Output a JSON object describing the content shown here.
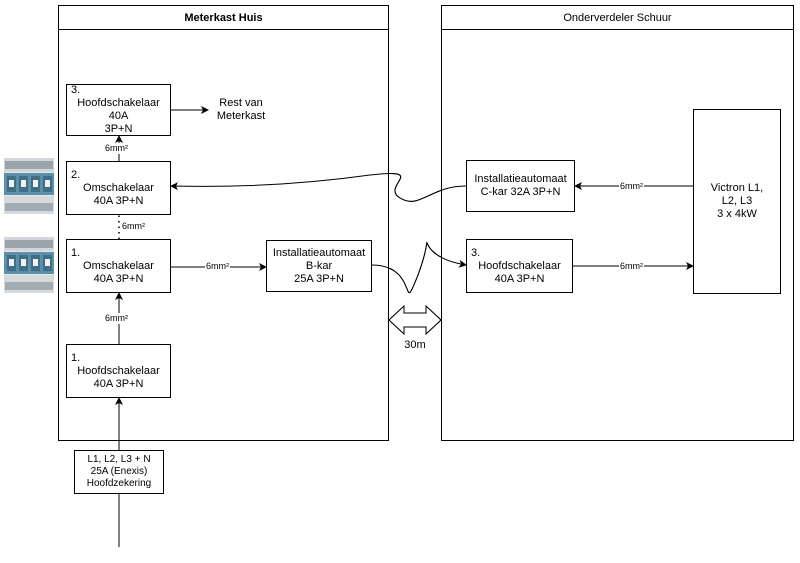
{
  "containers": {
    "meterkast": {
      "title": "Meterkast Huis"
    },
    "schuur": {
      "title": "Onderverdeler Schuur"
    }
  },
  "boxes": {
    "hs_top": {
      "line1": "3.",
      "line2": "Hoofdschakelaar 40A",
      "line3": "3P+N"
    },
    "oms2": {
      "line1": "2.",
      "line2": "Omschakelaar",
      "line3": "40A 3P+N"
    },
    "oms1": {
      "line1": "1.",
      "line2": "Omschakelaar",
      "line3": "40A 3P+N"
    },
    "hs1": {
      "line1": "1.",
      "line2": "Hoofdschakelaar",
      "line3": "40A 3P+N"
    },
    "ia_b": {
      "line1": "Installatieautomaat",
      "line2": "B-kar",
      "line3": "25A 3P+N"
    },
    "ia_c": {
      "line1": "Installatieautomaat",
      "line2": "C-kar 32A 3P+N"
    },
    "hs3": {
      "line1": "3.",
      "line2": "Hoofdschakelaar",
      "line3": "40A 3P+N"
    },
    "victron": {
      "line1": "Victron L1,",
      "line2": "L2, L3",
      "line3": "3 x 4kW"
    },
    "supply": {
      "line1": "L1, L2, L3 + N",
      "line2": "25A (Enexis)",
      "line3": "Hoofdzekering"
    }
  },
  "texts": {
    "rest": {
      "line1": "Rest van",
      "line2": "Meterkast"
    },
    "distance": "30m"
  },
  "labels": {
    "hs_top_oms2": "6mm²",
    "oms2_oms1": "6mm²",
    "oms1_hs1": "6mm²",
    "oms1_iab": "6mm²",
    "victron_iac": "6mm²",
    "hs3_victron": "6mm²"
  }
}
